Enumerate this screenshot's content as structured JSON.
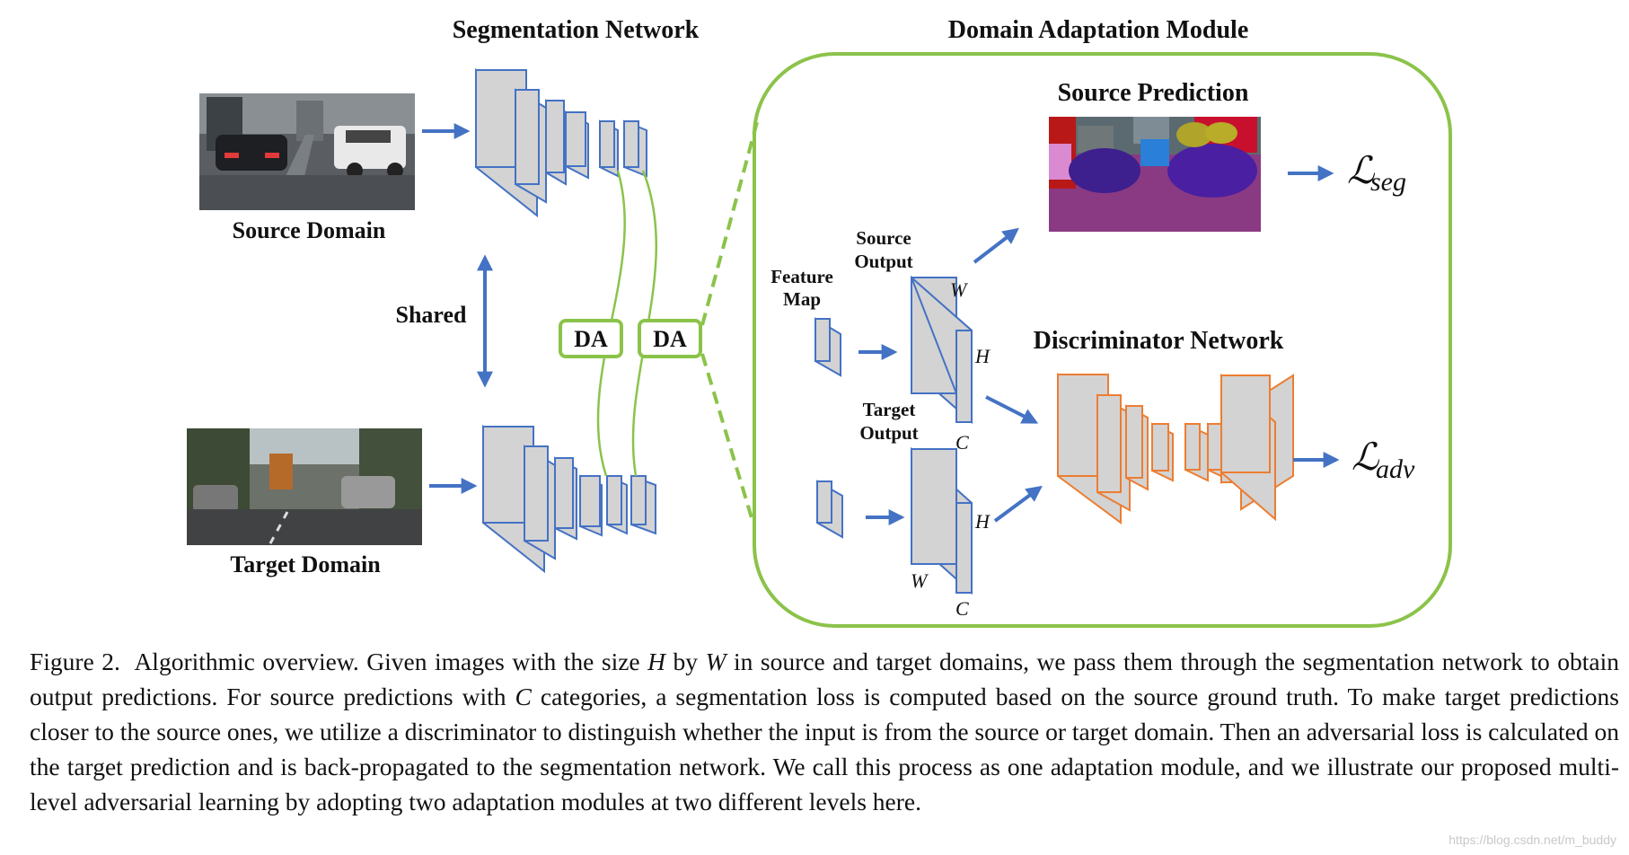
{
  "titles": {
    "segmentation_network": "Segmentation Network",
    "domain_adaptation_module": "Domain Adaptation Module",
    "source_prediction": "Source Prediction",
    "discriminator_network": "Discriminator Network"
  },
  "labels": {
    "source_domain": "Source Domain",
    "target_domain": "Target Domain",
    "shared": "Shared",
    "da": "DA",
    "feature_map_line1": "Feature",
    "feature_map_line2": "Map",
    "source_output_line1": "Source",
    "source_output_line2": "Output",
    "target_output_line1": "Target",
    "target_output_line2": "Output"
  },
  "dims": {
    "w": "W",
    "h": "H",
    "c": "C"
  },
  "losses": {
    "seg_symbol": "ℒ",
    "seg_subscript": "seg",
    "adv_symbol": "ℒ",
    "adv_subscript": "adv"
  },
  "caption": {
    "figure_label": "Figure 2.",
    "text_1": "Algorithmic overview. Given images with the size",
    "var_h": "H",
    "text_2": "by",
    "var_w": "W",
    "text_3": "in source and target domains, we pass them through the segmentation network to obtain output predictions. For source predictions with",
    "var_c": "C",
    "text_4": "categories, a segmentation loss is computed based on the source ground truth. To make target predictions closer to the source ones, we utilize a discriminator to distinguish whether the input is from the source or target domain. Then an adversarial loss is calculated on the target prediction and is back-propagated to the segmentation network. We call this process as one adaptation module, and we illustrate our proposed multi-level adversarial learning by adopting two adaptation modules at two different levels here."
  },
  "watermark": "https://blog.csdn.net/m_buddy",
  "colors": {
    "arrow": "#4472c4",
    "box_stroke": "#4472c4",
    "disc_stroke": "#ed7d31",
    "green": "#8bc34a",
    "box_fill": "#d3d3d3"
  }
}
